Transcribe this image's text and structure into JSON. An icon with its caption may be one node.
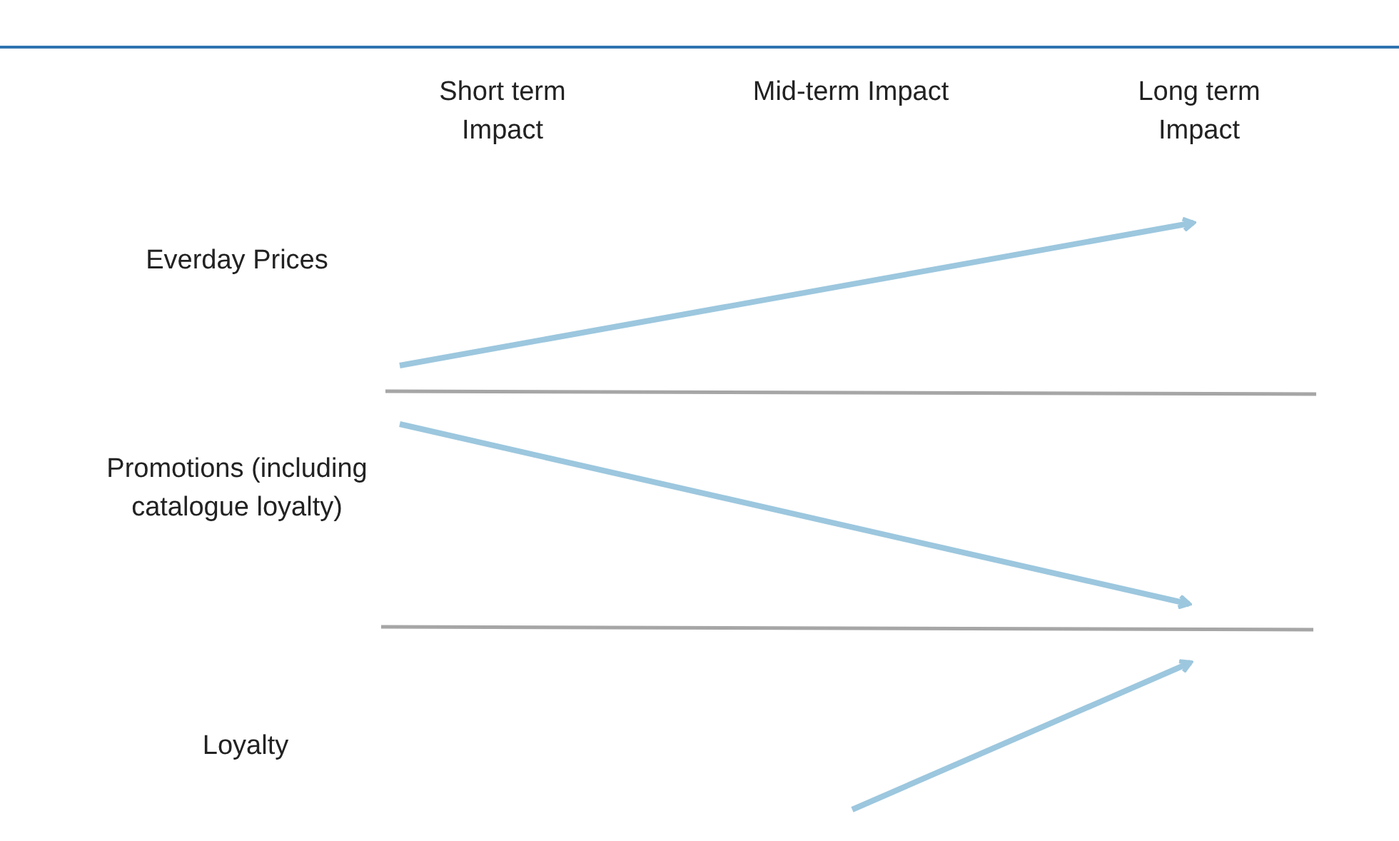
{
  "diagram": {
    "labels": [
      "Short term Impact",
      "Mid-term Impact",
      "Long term Impact",
      "Everday Prices",
      "Promotions (including catalogue loyalty)",
      "Loyalty"
    ]
  }
}
